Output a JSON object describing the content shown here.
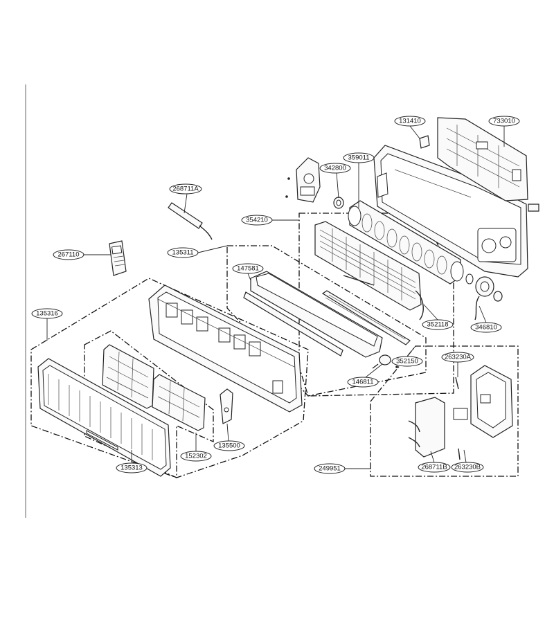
{
  "diagram": {
    "callouts": {
      "c131410": "131410",
      "c733010": "733010",
      "c359011": "359011",
      "c342800": "342800",
      "c268711A": "268711A",
      "c354210": "354210",
      "c267110": "267110",
      "c135311": "135311",
      "c147581": "147581",
      "c135316": "135316",
      "c352118": "352118",
      "c346810": "346810",
      "c263230A": "263230A",
      "c352150": "352150",
      "c146811": "146811",
      "c135500": "135500",
      "c152302": "152302",
      "c135313": "135313",
      "c249951": "249951",
      "c268711B": "268711B",
      "c263230B": "263230B"
    }
  }
}
